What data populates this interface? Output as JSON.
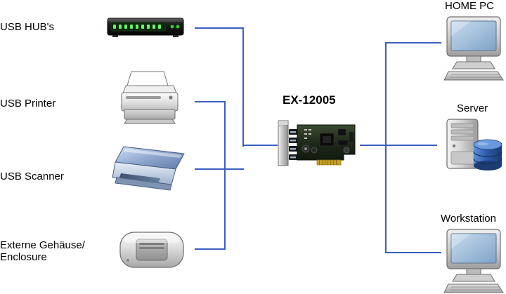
{
  "diagram": {
    "title_center": "EX-12005",
    "left_labels": [
      {
        "text": "USB HUB's"
      },
      {
        "text": "USB Printer"
      },
      {
        "text": "USB Scanner"
      },
      {
        "text": "Externe Gehäuse/\nEnclosure"
      }
    ],
    "right_labels": [
      {
        "text": "HOME PC"
      },
      {
        "text": "Server"
      },
      {
        "text": "Workstation"
      }
    ],
    "devices": {
      "usb_hub": "usb-hub-icon",
      "printer": "printer-icon",
      "scanner": "scanner-icon",
      "enclosure": "external-enclosure-icon",
      "card": "pcie-card-icon",
      "home_pc": "desktop-monitor-icon",
      "server": "server-tower-icon",
      "workstation": "workstation-monitor-icon"
    },
    "colors": {
      "wire": "#3a5fbf",
      "text": "#000000",
      "background": "#ffffff"
    }
  }
}
